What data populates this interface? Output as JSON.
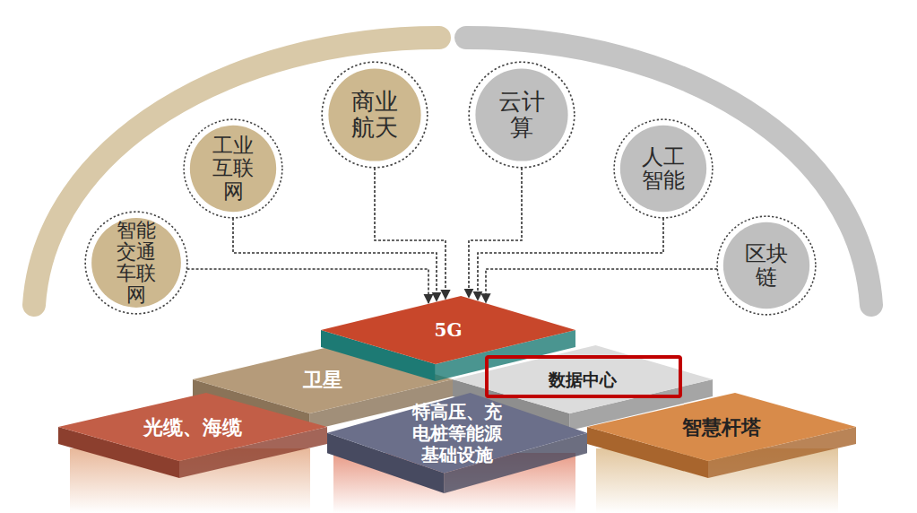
{
  "diagram": {
    "nodes": [
      {
        "text": [
          "智能交通车联网"
        ]
      },
      {
        "text": [
          "工业互联网"
        ]
      },
      {
        "text": [
          "商业航天"
        ]
      },
      {
        "text": [
          "云计算"
        ]
      },
      {
        "text": [
          "人工智能"
        ]
      },
      {
        "text": [
          "区块链"
        ]
      },
      {
        "text": [
          "5G"
        ]
      },
      {
        "text": [
          "卫星"
        ]
      },
      {
        "text": [
          "数据中心"
        ]
      },
      {
        "text": [
          "光缆、海缆"
        ]
      },
      {
        "text": [
          "特高压、充电桩等能源基础设施"
        ]
      },
      {
        "text": [
          "智慧杆塔"
        ]
      }
    ],
    "edges": [
      {
        "from": 0,
        "to": 6,
        "arrow": "to"
      },
      {
        "from": 1,
        "to": 6,
        "arrow": "to"
      },
      {
        "from": 2,
        "to": 6,
        "arrow": "to"
      },
      {
        "from": 3,
        "to": 6,
        "arrow": "to"
      },
      {
        "from": 4,
        "to": 6,
        "arrow": "to"
      },
      {
        "from": 5,
        "to": 6,
        "arrow": "to"
      }
    ]
  }
}
